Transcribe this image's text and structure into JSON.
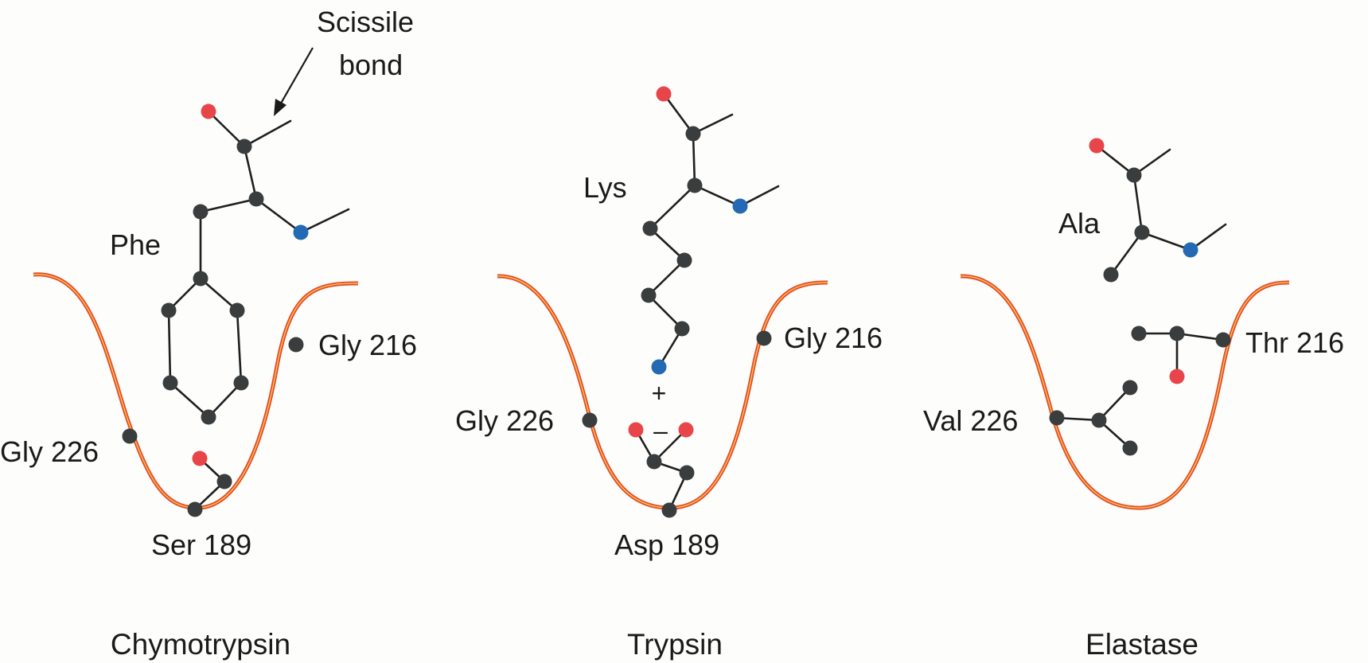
{
  "colors": {
    "carbon": "#3a3d3d",
    "oxygen": "#e8454a",
    "nitrogen": "#2469b3",
    "pocket": "#e64a2e",
    "pocket_highlight": "#f2c64a"
  },
  "panels": {
    "chymotrypsin": {
      "caption": "Chymotrypsin",
      "substrate_label": "Phe",
      "scissile_label_line1": "Scissile",
      "scissile_label_line2": "bond",
      "residue_216": "Gly 216",
      "residue_226": "Gly 226",
      "residue_189": "Ser 189"
    },
    "trypsin": {
      "caption": "Trypsin",
      "substrate_label": "Lys",
      "residue_216": "Gly 216",
      "residue_226": "Gly 226",
      "residue_189": "Asp 189",
      "positive_charge": "+",
      "negative_charge": "–"
    },
    "elastase": {
      "caption": "Elastase",
      "substrate_label": "Ala",
      "residue_216": "Thr 216",
      "residue_226": "Val 226"
    }
  }
}
